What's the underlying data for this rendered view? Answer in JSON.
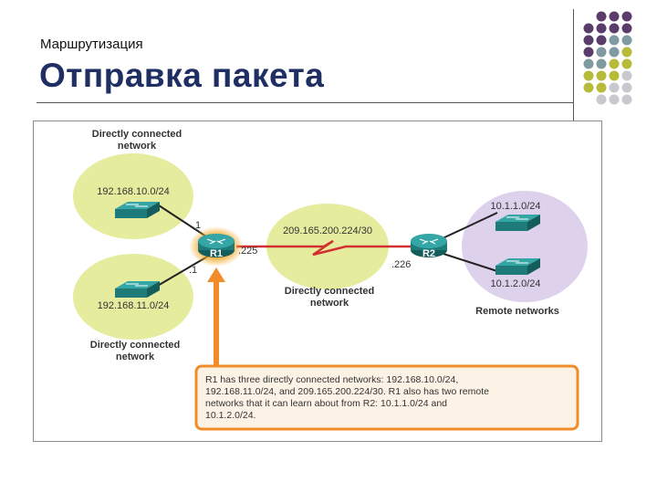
{
  "slide": {
    "subtitle": "Маршрутизация",
    "title": "Отправка пакета",
    "decor_colors": [
      "#5b3d6b",
      "#7f9aa0",
      "#b7bb3a",
      "#c8c9cf"
    ]
  },
  "diagram": {
    "net_left_top": {
      "caption_line1": "Directly connected",
      "caption_line2": "network",
      "address": "192.168.10.0/24"
    },
    "net_left_bottom": {
      "address": "192.168.11.0/24",
      "caption_line1": "Directly connected",
      "caption_line2": "network"
    },
    "net_middle": {
      "address": "209.165.200.224/30",
      "caption_line1": "Directly connected",
      "caption_line2": "network"
    },
    "net_remote": {
      "address_top": "10.1.1.0/24",
      "address_bottom": "10.1.2.0/24",
      "caption": "Remote networks"
    },
    "r1": {
      "label": "R1",
      "if_top": ".1",
      "if_bottom": ".1",
      "if_right": ".225"
    },
    "r2": {
      "label": "R2",
      "if_left": ".226"
    },
    "callout": {
      "line1": "R1 has three directly connected networks: 192.168.10.0/24,",
      "line2": "192.168.11.0/24, and 209.165.200.224/30. R1 also has two remote",
      "line3": "networks that it can learn about from R2: 10.1.1.0/24 and",
      "line4": "10.1.2.0/24."
    },
    "colors": {
      "lan_fill": "#e5ec9e",
      "remote_fill": "#ddd1ec",
      "accent": "#f28c28",
      "link": "#d23030",
      "device": "#1f7a7a"
    }
  }
}
